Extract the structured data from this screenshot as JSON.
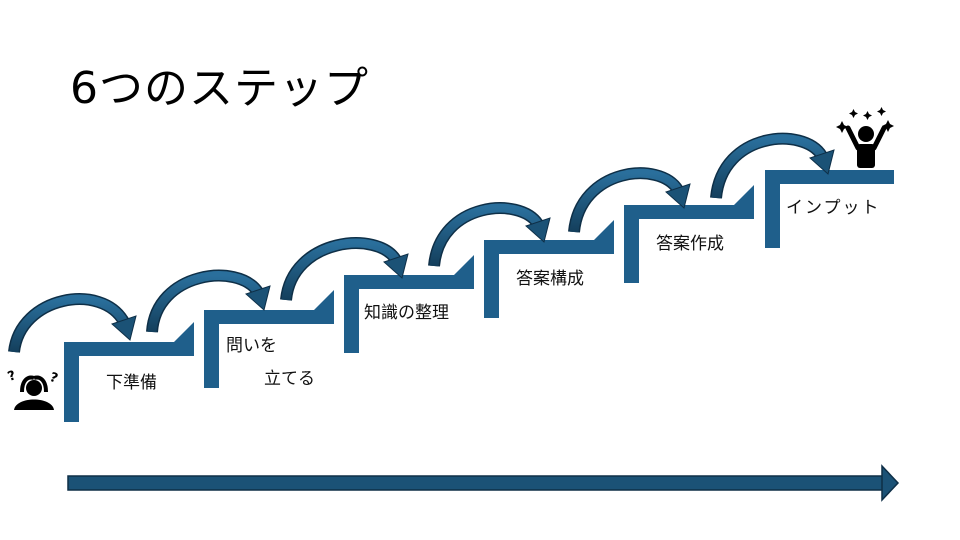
{
  "title": "6つのステップ",
  "colors": {
    "step": "#1f5f8b",
    "step_dark": "#123b57",
    "arrow": "#1b5276",
    "text": "#111111"
  },
  "steps": [
    {
      "label": "下準備"
    },
    {
      "label_line1": "問いを",
      "label_line2": "立てる"
    },
    {
      "label": "知識の整理"
    },
    {
      "label": "答案構成"
    },
    {
      "label": "答案作成"
    },
    {
      "label": "インプット"
    }
  ],
  "start_figure": {
    "icon": "confused-person-icon"
  },
  "end_figure": {
    "icon": "happy-person-icon"
  }
}
